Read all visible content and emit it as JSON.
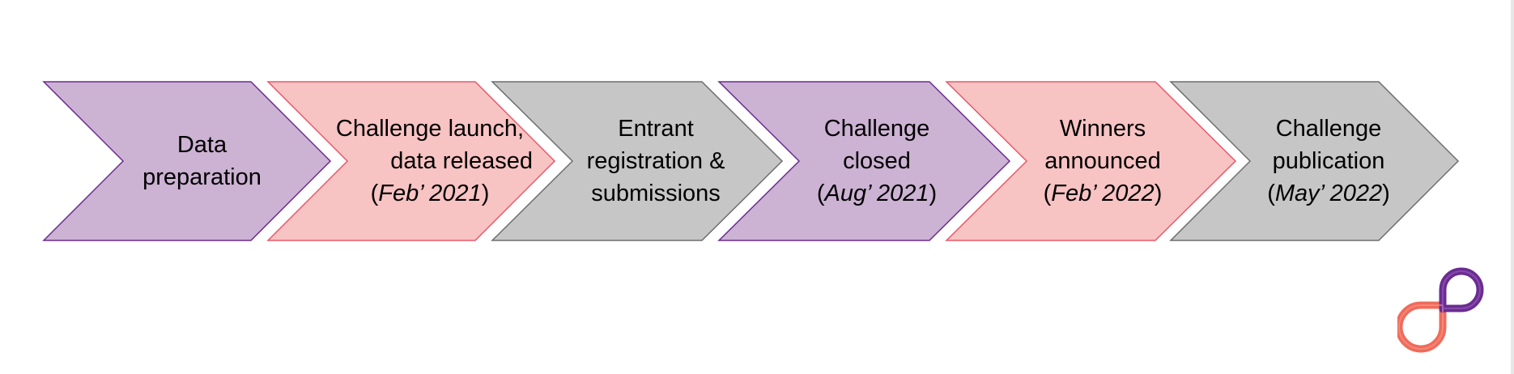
{
  "colors": {
    "purple_fill": "#ccb2d3",
    "purple_stroke": "#6a2c91",
    "pink_fill": "#f8c3c3",
    "pink_stroke": "#e8596a",
    "grey_fill": "#c6c6c6",
    "grey_stroke": "#6e6e6e"
  },
  "stages": [
    {
      "lines": [
        "Data",
        "preparation"
      ],
      "date": "",
      "theme": "purple"
    },
    {
      "lines": [
        "Challenge launch,",
        "data released"
      ],
      "date": "Feb’ 2021",
      "theme": "pink"
    },
    {
      "lines": [
        "Entrant",
        "registration &",
        "submissions"
      ],
      "date": "",
      "theme": "grey"
    },
    {
      "lines": [
        "Challenge",
        "closed"
      ],
      "date": "Aug’ 2021",
      "theme": "purple"
    },
    {
      "lines": [
        "Winners",
        "announced"
      ],
      "date": "Feb’ 2022",
      "theme": "pink"
    },
    {
      "lines": [
        "Challenge",
        "publication"
      ],
      "date": "May’ 2022",
      "theme": "grey"
    }
  ],
  "logo": {
    "icon": "infinity-loop-logo-icon",
    "colors": [
      "#f06b5a",
      "#6a2c91"
    ]
  }
}
